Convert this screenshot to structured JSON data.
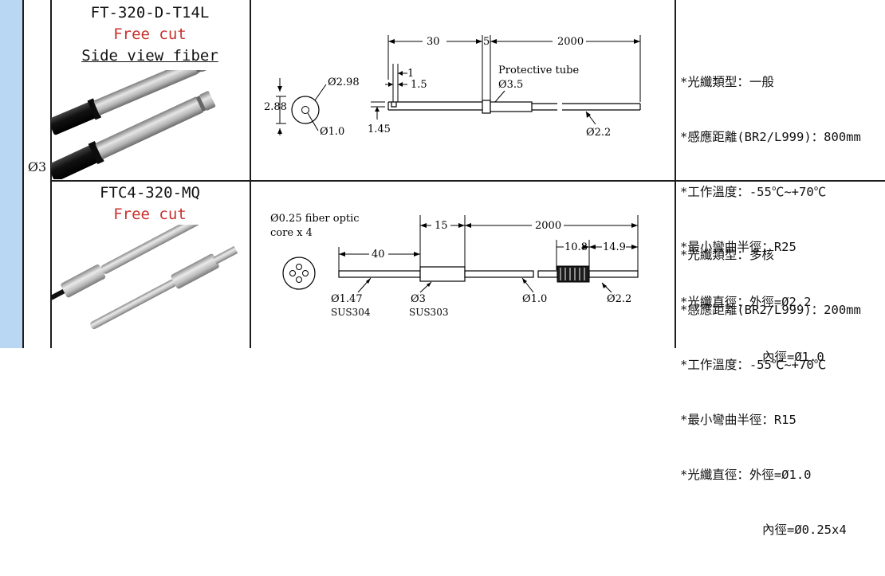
{
  "size_label": "Ø3",
  "rows": [
    {
      "model": "FT-320-D-T14L",
      "note1": "Free cut",
      "note2": "Side view fiber",
      "drawing": {
        "outer_dia": "Ø2.98",
        "height": "2.88",
        "inner_dia": "Ø1.0",
        "dim_1": "1",
        "dim_15": "1.5",
        "dim_145": "1.45",
        "len_30": "30",
        "len_5": "5",
        "len_2000": "2000",
        "tube_label": "Protective tube",
        "tube_dia": "Ø3.5",
        "fiber_dia": "Ø2.2"
      },
      "specs": {
        "type": "*光纖類型：一般",
        "distance": "*感應距離(BR2/L999)：800mm",
        "temp": "*工作溫度：-55℃~+70℃",
        "bend": "*最小彎曲半徑：R25",
        "diameter": "*光纖直徑：外徑=Ø2.2",
        "inner": "內徑=Ø1.0"
      }
    },
    {
      "model": "FTC4-320-MQ",
      "note1": "Free cut",
      "drawing": {
        "core_label_1": "Ø0.25 fiber optic",
        "core_label_2": "core x 4",
        "len_40": "40",
        "len_15": "15",
        "len_2000": "2000",
        "len_108": "10.8",
        "len_149": "14.9",
        "probe_dia": "Ø1.47",
        "probe_mat": "SUS304",
        "sleeve_dia": "Ø3",
        "sleeve_mat": "SUS303",
        "fiber_dia": "Ø1.0",
        "end_dia": "Ø2.2"
      },
      "specs": {
        "type": "*光纖類型：多核",
        "distance": "*感應距離(BR2/L999)：200mm",
        "temp": "*工作溫度：-55℃~+70℃",
        "bend": "*最小彎曲半徑：R15",
        "diameter": "*光纖直徑：外徑=Ø1.0",
        "inner": "內徑=Ø0.25x4"
      }
    }
  ]
}
